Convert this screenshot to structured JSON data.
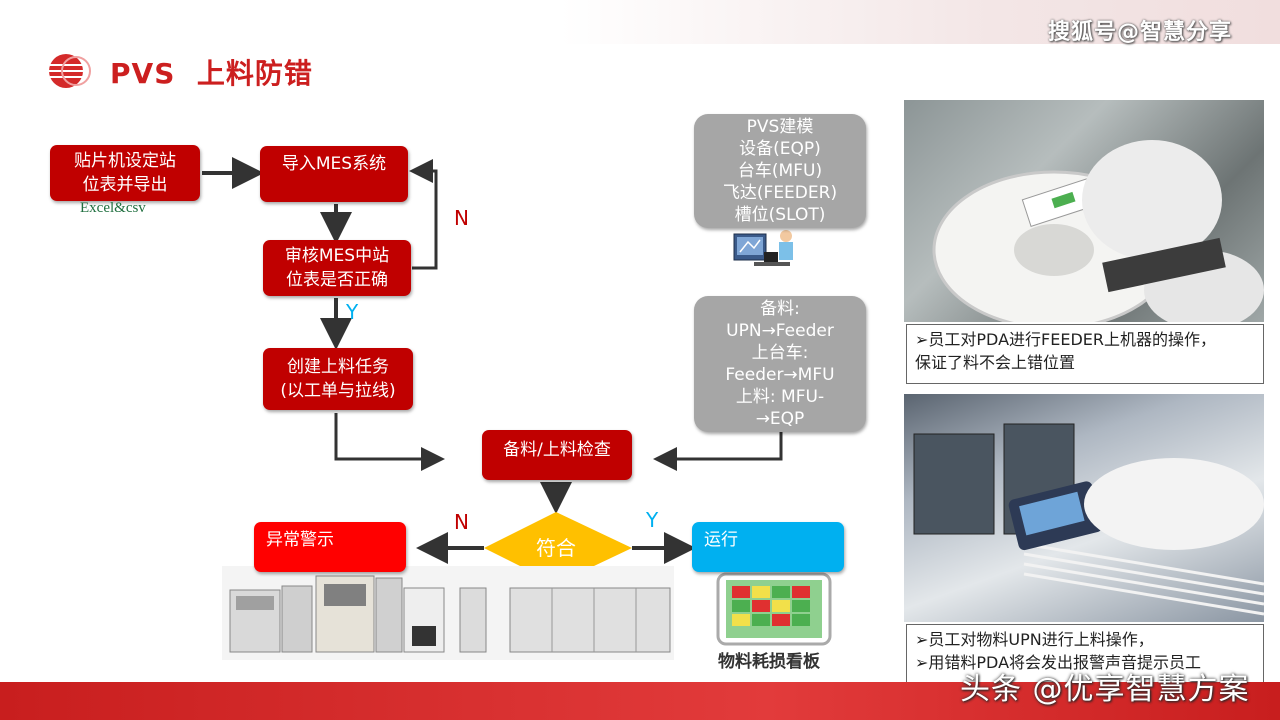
{
  "header": {
    "title": "PVS  上料防错",
    "watermark": "搜狐号@智慧分享",
    "accent_color": "#c00000"
  },
  "flow": {
    "box_export": [
      "贴片机设定站",
      "位表并导出"
    ],
    "export_note": "Excel&csv",
    "box_import": "导入MES系统",
    "box_review": [
      "审核MES中站",
      "位表是否正确"
    ],
    "label_n_top": "N",
    "label_y_mid": "Y",
    "box_create": [
      "创建上料任务",
      "(以工单与拉线)"
    ],
    "box_check": "备料/上料检查",
    "decision": "符合",
    "label_n_bottom": "N",
    "label_y_bottom": "Y",
    "box_alarm": "异常警示",
    "box_run": "运行"
  },
  "modeling": {
    "lines": [
      "PVS建模",
      "设备(EQP)",
      "台车(MFU)",
      "飞达(FEEDER)",
      "槽位(SLOT)"
    ]
  },
  "prep": {
    "lines": [
      "备料:",
      "UPN→Feeder",
      "上台车:",
      "Feeder→MFU",
      "上料: MFU-",
      "→EQP"
    ]
  },
  "board": {
    "label": "物料耗损看板"
  },
  "photos": {
    "caption1": [
      "➢员工对PDA进行FEEDER上机器的操作，",
      "保证了料不会上错位置"
    ],
    "caption2": [
      "➢员工对物料UPN进行上料操作，",
      "➢用错料PDA将会发出报警声音提示员工"
    ]
  },
  "footer": {
    "watermark": "头条 @优享智慧方案"
  },
  "colors": {
    "flow_red": "#c00000",
    "alarm_red": "#ff0000",
    "run_blue": "#00b0f0",
    "decision_yellow": "#ffc000",
    "grey_box": "#a6a6a6"
  }
}
